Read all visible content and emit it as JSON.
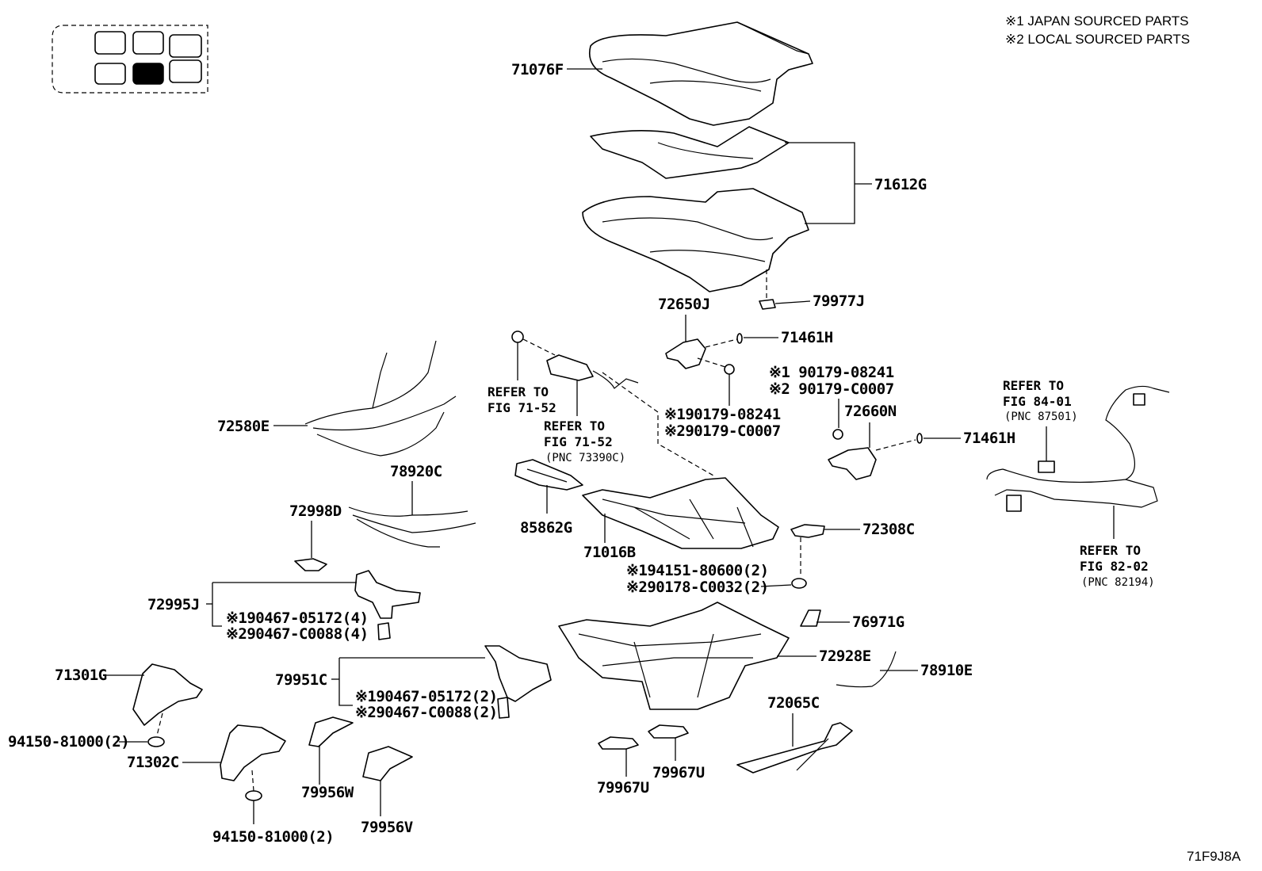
{
  "notes": [
    "※1 JAPAN SOURCED PARTS",
    "※2 LOCAL SOURCED PARTS"
  ],
  "figure_id": "71F9J8A",
  "parts": {
    "p71076F": "71076F",
    "p71612G": "71612G",
    "p79977J": "79977J",
    "p72650J": "72650J",
    "p71461H_a": "71461H",
    "p71461H_b": "71461H",
    "p72660N": "72660N",
    "p72580E": "72580E",
    "p78920C": "78920C",
    "p72998D": "72998D",
    "p85862G": "85862G",
    "p71016B": "71016B",
    "p72308C": "72308C",
    "p72995J": "72995J",
    "p76971G": "76971G",
    "p72928E": "72928E",
    "p78910E": "78910E",
    "p71301G": "71301G",
    "p79951C": "79951C",
    "p72065C": "72065C",
    "p71302C": "71302C",
    "p79956W": "79956W",
    "p79956V": "79956V",
    "p79967U_a": "79967U",
    "p79967U_b": "79967U",
    "bolt_71301": "94150-81000(2)",
    "bolt_71302": "94150-81000(2)"
  },
  "refs": {
    "fig7152_a_1": "REFER TO",
    "fig7152_a_2": "FIG 71-52",
    "fig7152_b_1": "REFER TO",
    "fig7152_b_2": "FIG 71-52",
    "fig7152_b_3": "(PNC 73390C)",
    "fig8401_1": "REFER TO",
    "fig8401_2": "FIG 84-01",
    "fig8401_3": "(PNC 87501)",
    "fig8202_1": "REFER TO",
    "fig8202_2": "FIG 82-02",
    "fig8202_3": "(PNC 82194)"
  },
  "callouts": {
    "c1_a": "※190179-08241",
    "c1_b": "※290179-C0007",
    "c2_a": "※1 90179-08241",
    "c2_b": "※2 90179-C0007",
    "c3_a": "※194151-80600(2)",
    "c3_b": "※290178-C0032(2)",
    "c4_a": "※190467-05172(4)",
    "c4_b": "※290467-C0088(4)",
    "c5_a": "※190467-05172(2)",
    "c5_b": "※290467-C0088(2)"
  }
}
